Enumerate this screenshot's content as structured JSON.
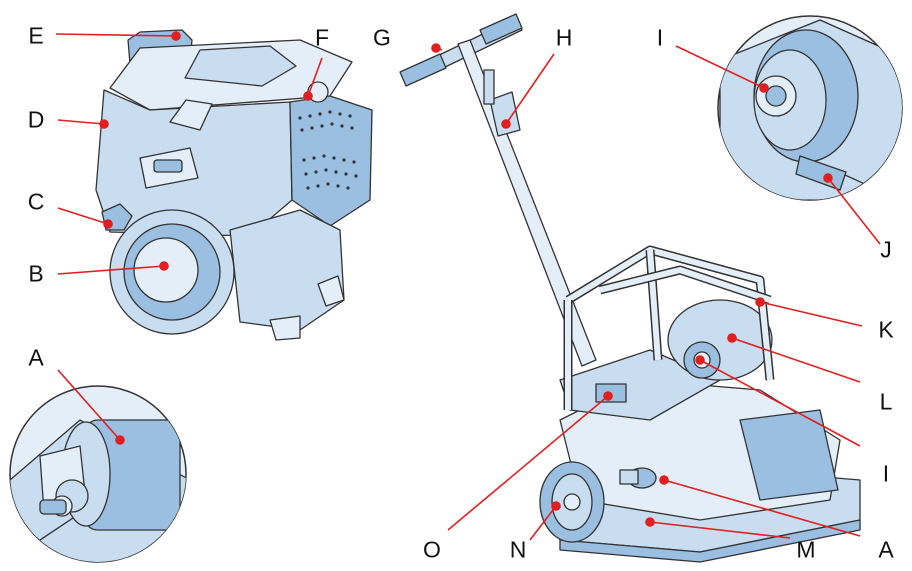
{
  "colors": {
    "part_fill": "#c9ddf0",
    "part_fill_light": "#e3eef8",
    "part_fill_dark": "#9bbfe0",
    "outline": "#333333",
    "leader": "#e02020",
    "dot": "#e02020",
    "label": "#111111"
  },
  "callouts": [
    {
      "id": "E1",
      "letter": "E"
    },
    {
      "id": "F1",
      "letter": "F"
    },
    {
      "id": "D1",
      "letter": "D"
    },
    {
      "id": "C1",
      "letter": "C"
    },
    {
      "id": "B1",
      "letter": "B"
    },
    {
      "id": "A1",
      "letter": "A"
    },
    {
      "id": "G1",
      "letter": "G"
    },
    {
      "id": "H1",
      "letter": "H"
    },
    {
      "id": "I1",
      "letter": "I"
    },
    {
      "id": "J1",
      "letter": "J"
    },
    {
      "id": "K1",
      "letter": "K"
    },
    {
      "id": "L1",
      "letter": "L"
    },
    {
      "id": "I2",
      "letter": "I"
    },
    {
      "id": "A2",
      "letter": "A"
    },
    {
      "id": "M1",
      "letter": "M"
    },
    {
      "id": "N1",
      "letter": "N"
    },
    {
      "id": "O1",
      "letter": "O"
    }
  ]
}
